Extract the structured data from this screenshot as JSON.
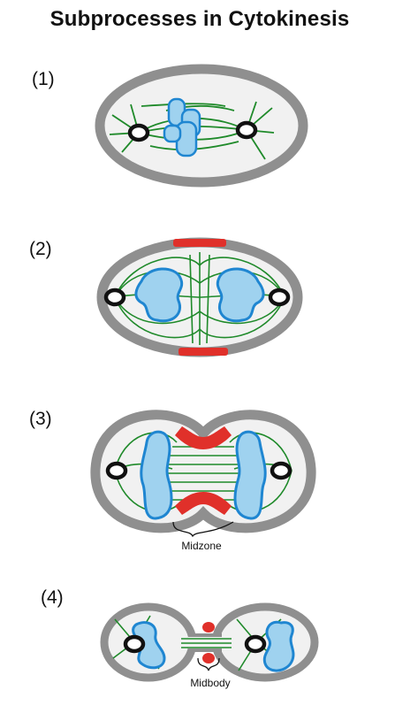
{
  "title": "Subprocesses in Cytokinesis",
  "colors": {
    "membrane": "#8f8f8f",
    "cytoplasm": "#f1f1f1",
    "chromatin_fill": "#9fd2ef",
    "chromatin_edge": "#1f86d1",
    "spindle": "#1f8a2a",
    "contractile_ring": "#e0302a",
    "centrosome": "#111111"
  },
  "steps": [
    {
      "id": 1,
      "label": "(1)",
      "annotation": ""
    },
    {
      "id": 2,
      "label": "(2)",
      "annotation": ""
    },
    {
      "id": 3,
      "label": "(3)",
      "annotation": "Midzone"
    },
    {
      "id": 4,
      "label": "(4)",
      "annotation": "Midbody"
    }
  ]
}
